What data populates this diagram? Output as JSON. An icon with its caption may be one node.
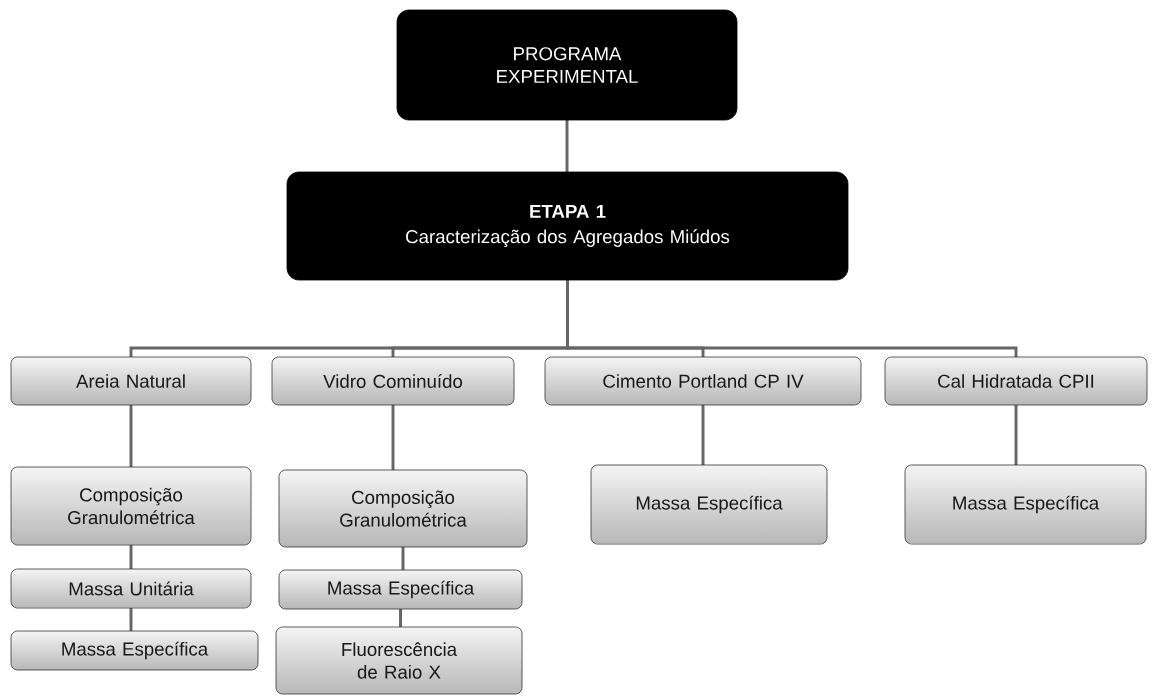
{
  "diagram": {
    "nodes": [
      {
        "text": [
          "PROGRAMA EXPERIMENTAL"
        ]
      },
      {
        "text": [
          "ETAPA 1",
          "Caracterização dos Agregados Miúdos"
        ]
      },
      {
        "text": [
          "Areia Natural"
        ]
      },
      {
        "text": [
          "Vidro Cominuído"
        ]
      },
      {
        "text": [
          "Cimento Portland CP IV"
        ]
      },
      {
        "text": [
          "Cal Hidratada CPII"
        ]
      },
      {
        "text": [
          "Composição Granulométrica"
        ]
      },
      {
        "text": [
          "Massa Unitária"
        ]
      },
      {
        "text": [
          "Massa Específica"
        ]
      },
      {
        "text": [
          "Composição Granulométrica"
        ]
      },
      {
        "text": [
          "Massa Específica"
        ]
      },
      {
        "text": [
          "Fluorescência de Raio X"
        ]
      },
      {
        "text": [
          "Massa Específica"
        ]
      },
      {
        "text": [
          "Massa Específica"
        ]
      }
    ],
    "edges": [
      {
        "from": 0,
        "to": 1,
        "arrow": "none"
      },
      {
        "from": 1,
        "to": 2,
        "arrow": "none"
      },
      {
        "from": 1,
        "to": 3,
        "arrow": "none"
      },
      {
        "from": 1,
        "to": 4,
        "arrow": "none"
      },
      {
        "from": 1,
        "to": 5,
        "arrow": "none"
      },
      {
        "from": 2,
        "to": 6,
        "arrow": "none"
      },
      {
        "from": 6,
        "to": 7,
        "arrow": "none"
      },
      {
        "from": 7,
        "to": 8,
        "arrow": "none"
      },
      {
        "from": 3,
        "to": 9,
        "arrow": "none"
      },
      {
        "from": 9,
        "to": 10,
        "arrow": "none"
      },
      {
        "from": 10,
        "to": 11,
        "arrow": "none"
      },
      {
        "from": 4,
        "to": 12,
        "arrow": "none"
      },
      {
        "from": 5,
        "to": 13,
        "arrow": "none"
      }
    ]
  }
}
